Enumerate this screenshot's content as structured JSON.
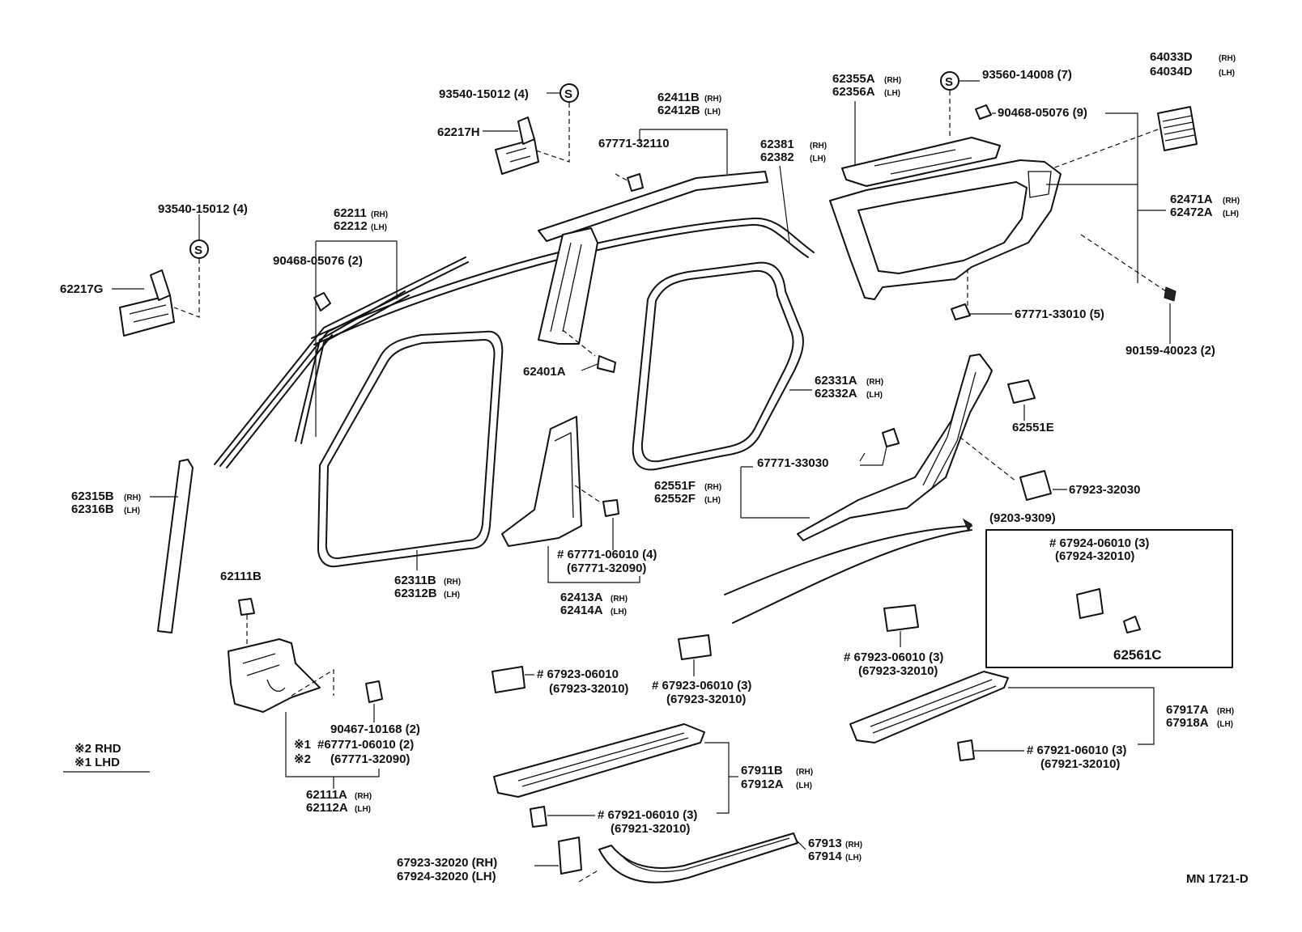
{
  "labels": {
    "c93540_top": "93540-15012 (4)",
    "s_sym": "S",
    "p62217H": "62217H",
    "p93540_left": "93540-15012 (4)",
    "p62217G": "62217G",
    "p62211": "62211",
    "p62212": "62212",
    "p90468_2": "90468-05076 (2)",
    "p62411B": "62411B",
    "p62412B": "62412B",
    "p67771_32110": "67771-32110",
    "p62381": "62381",
    "p62382": "62382",
    "p62355A": "62355A",
    "p62356A": "62356A",
    "p93560": "93560-14008 (7)",
    "p90468_9": "90468-05076 (9)",
    "p64033D": "64033D",
    "p64034D": "64034D",
    "p62471A": "62471A",
    "p62472A": "62472A",
    "p67771_33010": "67771-33010 (5)",
    "p90159": "90159-40023 (2)",
    "p62401A": "62401A",
    "p62331A": "62331A",
    "p62332A": "62332A",
    "p62551E": "62551E",
    "p67771_33030": "67771-33030",
    "p62551F": "62551F",
    "p62552F": "62552F",
    "p67923_32030": "67923-32030",
    "p62315B": "62315B",
    "p62316B": "62316B",
    "p67771_06010": "# 67771-06010 (4)",
    "p67771_32090": "(67771-32090)",
    "p62413A": "62413A",
    "p62414A": "62414A",
    "p62311B": "62311B",
    "p62312B": "62312B",
    "p62111B": "62111B",
    "box_range": "(9203-9309)",
    "box_l1": "# 67924-06010 (3)",
    "box_l2": "(67924-32010)",
    "p62561C": "62561C",
    "c67923_a1": "# 67923-06010",
    "c67923_a2": "(67923-32010)",
    "c67923_b1": "# 67923-06010 (3)",
    "c67923_b2": "(67923-32010)",
    "c67923_c1": "# 67923-06010 (3)",
    "c67923_c2": "(67923-32010)",
    "p90467": "90467-10168 (2)",
    "n1": "※1",
    "n2": "※2",
    "p67771_06010b": "#67771-06010 (2)",
    "p67771_32090b": "(67771-32090)",
    "p62111A": "62111A",
    "p62112A": "62112A",
    "legend_2": "※2 RHD",
    "legend_1": "※1 LHD",
    "p67911B": "67911B",
    "p67912A": "67912A",
    "p67921_a1": "# 67921-06010 (3)",
    "p67921_a2": "(67921-32010)",
    "p67917A": "67917A",
    "p67918A": "67918A",
    "p67921_b1": "# 67921-06010 (3)",
    "p67921_b2": "(67921-32010)",
    "p67923_32020": "67923-32020 (RH)",
    "p67924_32020": "67924-32020 (LH)",
    "p67913": "67913",
    "p67914": "67914",
    "ref": "MN 1721-D",
    "rh": "(RH)",
    "lh": "(LH)"
  }
}
